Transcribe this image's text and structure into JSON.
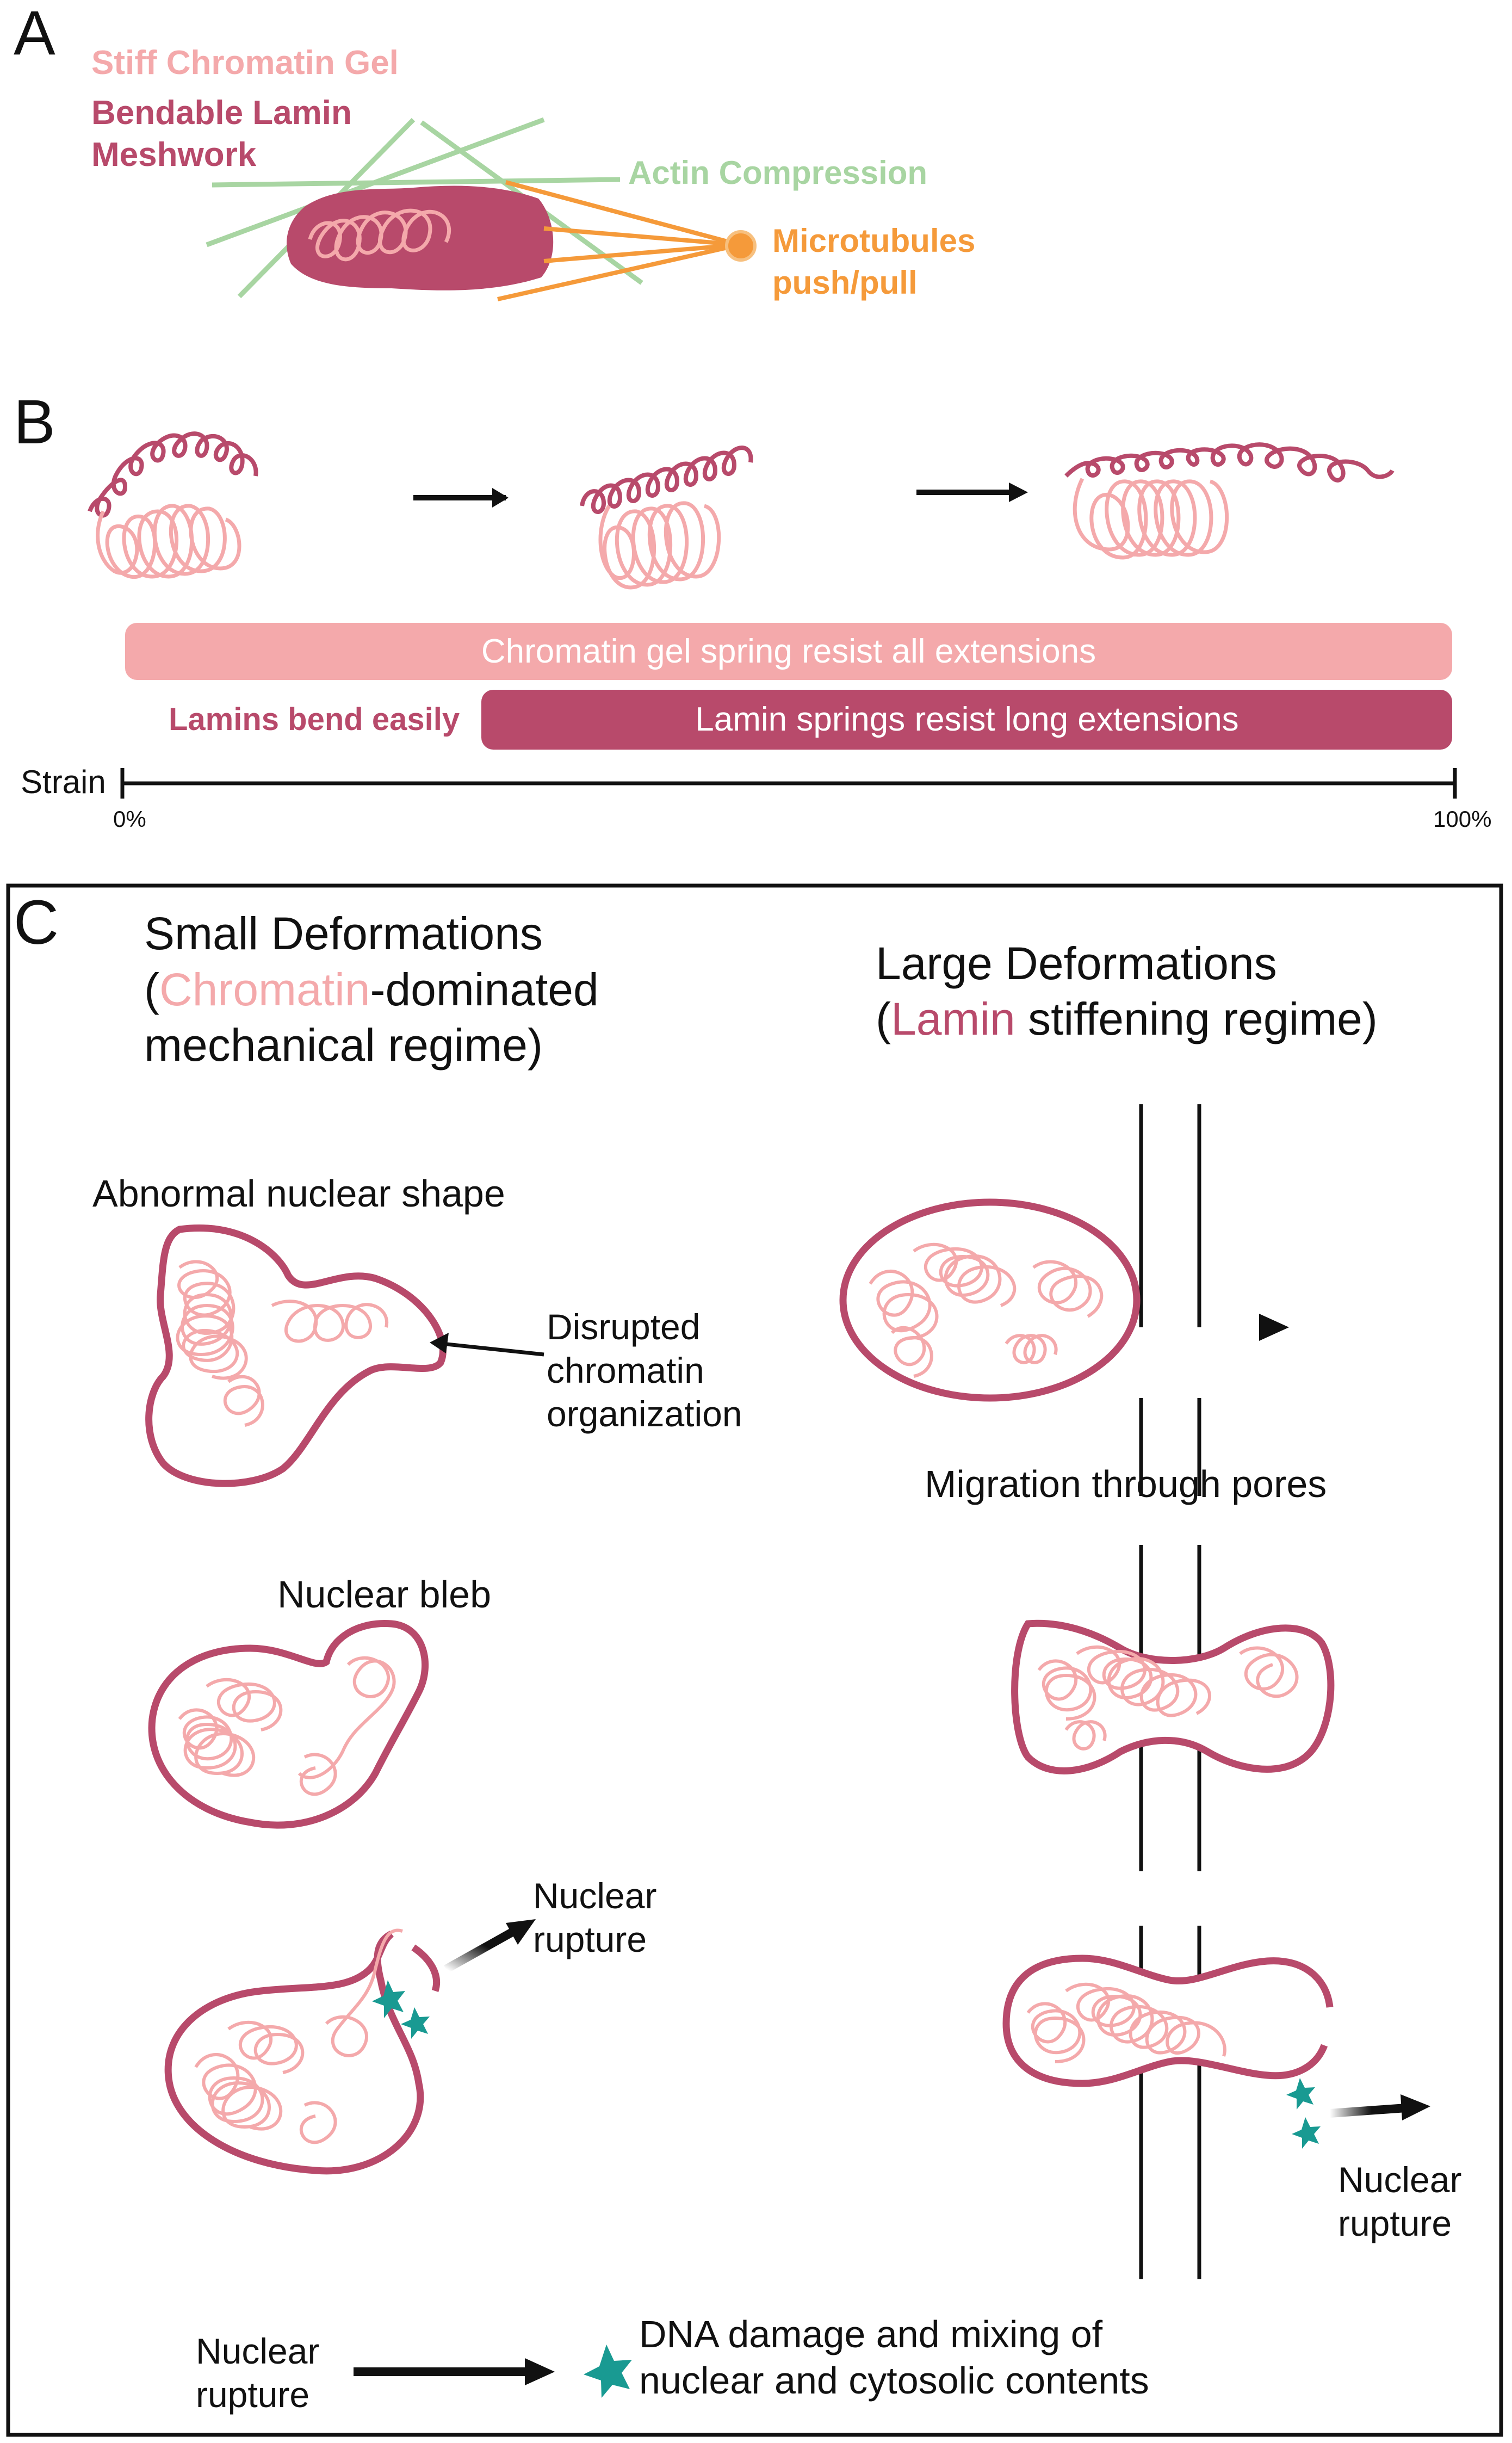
{
  "colors": {
    "lamin": "#b84a6b",
    "chromatin": "#f4a9ab",
    "actin": "#a8d5a2",
    "microtubule": "#f59a3a",
    "damage": "#199a92",
    "black": "#111111"
  },
  "panel_a": {
    "letter": "A",
    "stiff_chromatin_gel": "Stiff Chromatin Gel",
    "bendable_lamin_line1": "Bendable Lamin",
    "bendable_lamin_line2": "Meshwork",
    "actin_compression": "Actin Compression",
    "microtubules_line1": "Microtubules",
    "microtubules_line2": "push/pull"
  },
  "panel_b": {
    "letter": "B",
    "chromatin_bar": "Chromatin gel spring resist all extensions",
    "lamins_bend": "Lamins bend easily",
    "lamin_bar": "Lamin springs resist long extensions",
    "strain_label": "Strain",
    "strain_min": "0%",
    "strain_max": "100%"
  },
  "panel_c": {
    "letter": "C",
    "small_title_line1": "Small Deformations",
    "small_title_paren_open": "(",
    "small_title_chromatin": "Chromatin",
    "small_title_rest": "-dominated",
    "small_title_line3": "mechanical regime)",
    "large_title_line1": "Large Deformations",
    "large_title_paren_open": "(",
    "large_title_lamin": "Lamin",
    "large_title_rest": " stiffening regime)",
    "abnormal_shape": "Abnormal nuclear shape",
    "disrupted_line1": "Disrupted",
    "disrupted_line2": "chromatin",
    "disrupted_line3": "organization",
    "nuclear_bleb": "Nuclear bleb",
    "rupture_line1": "Nuclear",
    "rupture_line2": "rupture",
    "migration": "Migration through pores",
    "legend_rupture_line1": "Nuclear",
    "legend_rupture_line2": "rupture",
    "legend_result_line1": "DNA damage and mixing of",
    "legend_result_line2": "nuclear and cytosolic contents"
  }
}
